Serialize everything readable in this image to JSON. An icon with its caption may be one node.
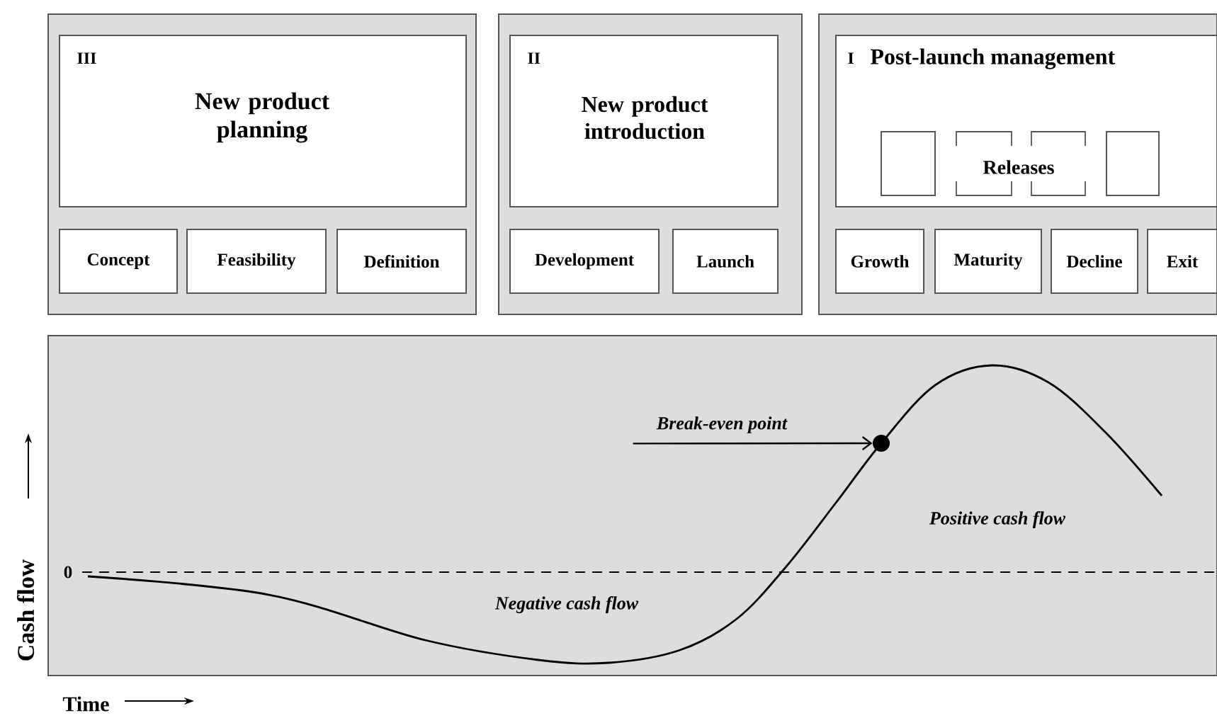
{
  "diagram": {
    "nodes": [
      {
        "text": [],
        "shape": "box"
      },
      {
        "text": [
          "III",
          "New product planning"
        ],
        "in": 0
      },
      {
        "text": [
          "Concept"
        ],
        "in": 0
      },
      {
        "text": [
          "Feasibility"
        ],
        "in": 0
      },
      {
        "text": [
          "Definition"
        ],
        "in": 0
      },
      {
        "text": [],
        "shape": "box"
      },
      {
        "text": [
          "II",
          "New product introduction"
        ],
        "in": 5
      },
      {
        "text": [
          "Development"
        ],
        "in": 5
      },
      {
        "text": [
          "Launch"
        ],
        "in": 5
      },
      {
        "text": [],
        "shape": "box"
      },
      {
        "text": [
          "I",
          "Post-launch management",
          "Releases"
        ],
        "in": 9
      },
      {
        "text": [],
        "shape": "box",
        "in": 10
      },
      {
        "text": [],
        "shape": "box",
        "in": 10
      },
      {
        "text": [],
        "shape": "box",
        "in": 10
      },
      {
        "text": [],
        "shape": "box",
        "in": 10
      },
      {
        "text": [
          "Growth"
        ],
        "in": 9
      },
      {
        "text": [
          "Maturity"
        ],
        "in": 9
      },
      {
        "text": [
          "Decline"
        ],
        "in": 9
      },
      {
        "text": [
          "Exit"
        ],
        "in": 9
      },
      {
        "text": [],
        "shape": "box"
      },
      {
        "text": [
          "Break-even point"
        ],
        "in": 19
      },
      {
        "text": [],
        "shape": "circle",
        "in": 19
      }
    ],
    "edges": [
      {
        "from": 20,
        "to": 21,
        "arrow": "to"
      }
    ],
    "labels": [
      "Positive cash flow",
      "0",
      "Negative cash flow",
      "Cash flow",
      "Time"
    ]
  }
}
